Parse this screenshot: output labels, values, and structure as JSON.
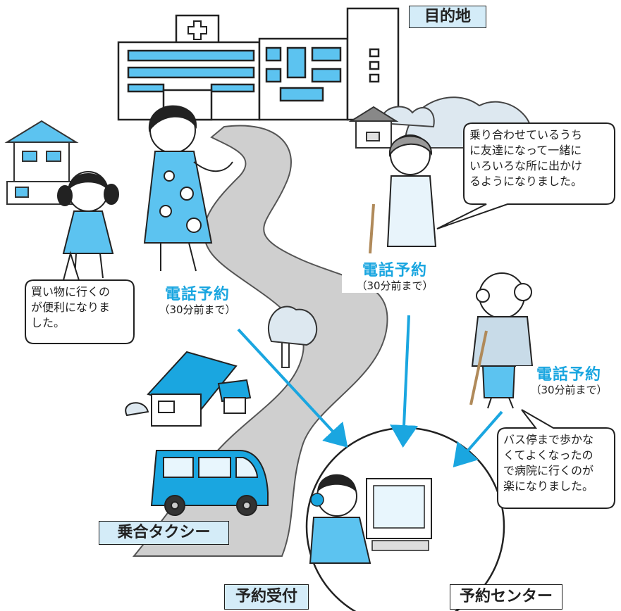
{
  "labels": {
    "destination": "目的地",
    "shared_taxi": "乗合タクシー",
    "reservation_desk": "予約受付",
    "reservation_center": "予約センター"
  },
  "phone_reservation": {
    "title": "電話予約",
    "note": "（30分前まで）"
  },
  "speech_bubbles": {
    "girl": "買い物に行くの\nが便利になりま\nした。",
    "elderly_woman": "乗り合わせているうち\nに友達になって一緒に\nいろいろな所に出かけ\nるようになりました。",
    "elderly_man": "バス停まで歩かな\nくてよくなったの\nで病院に行くのが\n楽になりました。"
  },
  "colors": {
    "accent_blue": "#1aa6e0",
    "light_blue": "#5cc3f0",
    "label_fill": "#d4ecf8",
    "road_gray": "#cfcfcf"
  }
}
